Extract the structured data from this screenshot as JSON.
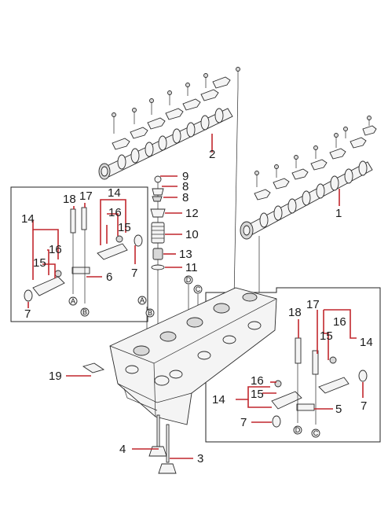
{
  "diagram": {
    "callouts": {
      "c1": "1",
      "c2": "2",
      "c3": "3",
      "c4": "4",
      "c5": "5",
      "c6": "6",
      "c7a": "7",
      "c7b": "7",
      "c7c": "7",
      "c7d": "7",
      "c8a": "8",
      "c8b": "8",
      "c9": "9",
      "c10": "10",
      "c11": "11",
      "c12": "12",
      "c13": "13",
      "c14a": "14",
      "c14b": "14",
      "c14c": "14",
      "c14d": "14",
      "c15a": "15",
      "c15b": "15",
      "c15c": "15",
      "c15d": "15",
      "c16a": "16",
      "c16b": "16",
      "c16c": "16",
      "c16d": "16",
      "c17a": "17",
      "c17b": "17",
      "c18a": "18",
      "c18b": "18",
      "c19": "19"
    },
    "markers": {
      "A1": "A",
      "B1": "B",
      "A2": "A",
      "B2": "B",
      "C1": "C",
      "D1": "D",
      "C2": "C",
      "D2": "D"
    },
    "colors": {
      "leader": "#c1272d",
      "line": "#2a2a2a"
    }
  }
}
